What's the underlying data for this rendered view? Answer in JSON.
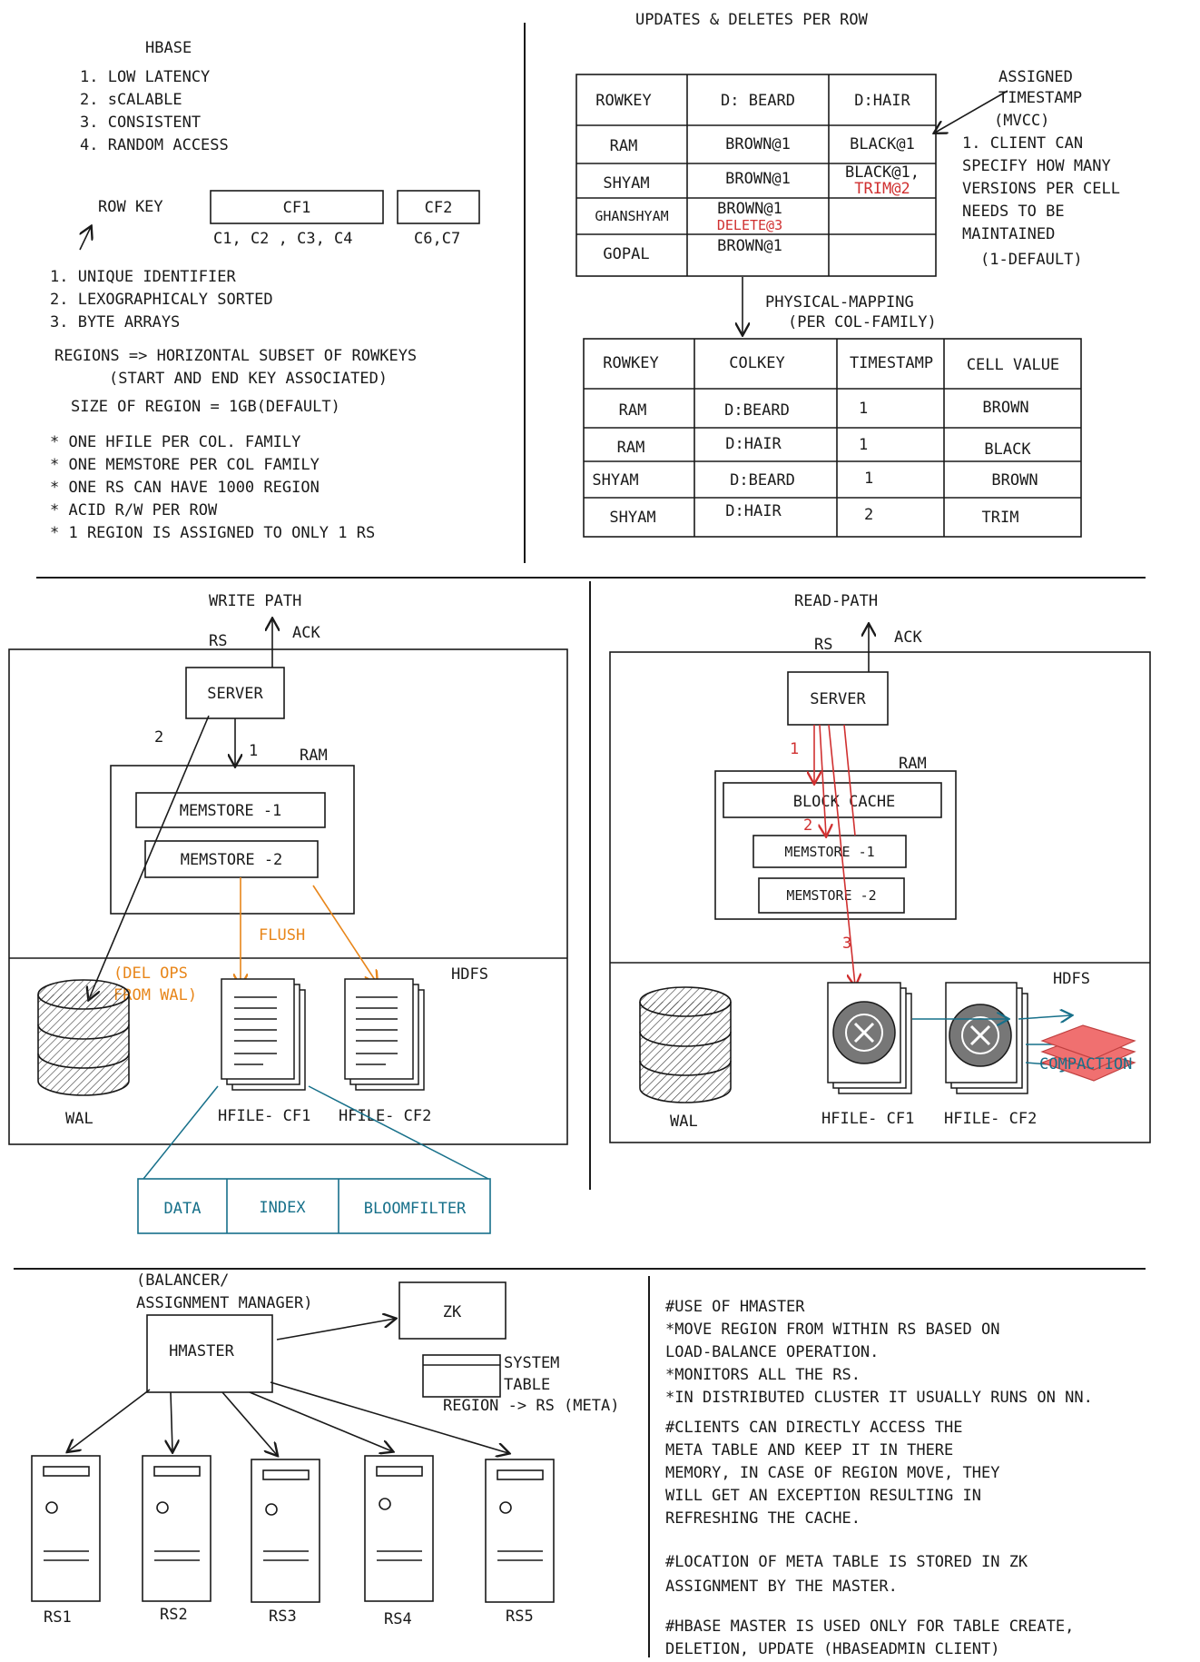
{
  "hbase": {
    "title": "HBASE",
    "features": [
      "1.  LOW LATENCY",
      "2. sCALABLE",
      "3. CONSISTENT",
      "4. RANDOM ACCESS"
    ],
    "row_key_label": "ROW KEY",
    "cf1": {
      "label": "CF1",
      "cols": "C1, C2 , C3, C4"
    },
    "cf2": {
      "label": "CF2",
      "cols": "C6,C7"
    },
    "rowkey_props": [
      "1. UNIQUE IDENTIFIER",
      "2. LEXOGRAPHICALY SORTED",
      "3. BYTE ARRAYS"
    ],
    "regions_line1": "REGIONS => HORIZONTAL SUBSET OF ROWKEYS",
    "regions_line2": "(START AND END KEY ASSOCIATED)",
    "region_size": "SIZE OF REGION = 1GB(DEFAULT)",
    "bullets": [
      "* ONE HFILE PER COL. FAMILY",
      "* ONE MEMSTORE PER COL FAMILY",
      "* ONE RS CAN HAVE 1000 REGION",
      "* ACID R/W PER ROW",
      "* 1 REGION IS ASSIGNED TO ONLY 1 RS"
    ]
  },
  "updates": {
    "title": "UPDATES & DELETES PER ROW",
    "headers": [
      "ROWKEY",
      "D: BEARD",
      "D:HAIR"
    ],
    "rows": [
      {
        "key": "RAM",
        "beard": "BROWN@1",
        "beard_extra": "",
        "hair": "BLACK@1",
        "hair_extra": ""
      },
      {
        "key": "SHYAM",
        "beard": "BROWN@1",
        "beard_extra": "",
        "hair": "BLACK@1,",
        "hair_extra": "TRIM@2"
      },
      {
        "key": "GHANSHYAM",
        "beard": "BROWN@1",
        "beard_extra": "DELETE@3",
        "hair": "",
        "hair_extra": ""
      },
      {
        "key": "GOPAL",
        "beard": "BROWN@1",
        "beard_extra": "",
        "hair": "",
        "hair_extra": ""
      }
    ],
    "annotation": [
      "ASSIGNED",
      "TIMESTAMP",
      "(MVCC)",
      "1. CLIENT CAN",
      "SPECIFY HOW MANY",
      "VERSIONS PER CELL",
      "NEEDS TO BE",
      "MAINTAINED",
      "(1-DEFAULT)"
    ],
    "physical_label_1": "PHYSICAL-MAPPING",
    "physical_label_2": "(PER COL-FAMILY)"
  },
  "physical": {
    "headers": [
      "ROWKEY",
      "COLKEY",
      "TIMESTAMP",
      "CELL VALUE"
    ],
    "rows": [
      [
        "RAM",
        "D:BEARD",
        "1",
        "BROWN"
      ],
      [
        "RAM",
        "D:HAIR",
        "1",
        "BLACK"
      ],
      [
        "SHYAM",
        "D:BEARD",
        "1",
        "BROWN"
      ],
      [
        "SHYAM",
        "D:HAIR",
        "2",
        "TRIM"
      ]
    ]
  },
  "write_path": {
    "title": "WRITE PATH",
    "rs": "RS",
    "ack": "ACK",
    "server": "SERVER",
    "ram": "RAM",
    "step1": "1",
    "step2": "2",
    "memstore1": "MEMSTORE -1",
    "memstore2": "MEMSTORE -2",
    "flush": "FLUSH",
    "del_ops_1": "(DEL OPS",
    "del_ops_2": "FROM WAL)",
    "hdfs": "HDFS",
    "wal": "WAL",
    "hfile_cf1": "HFILE- CF1",
    "hfile_cf2": "HFILE- CF2",
    "hfile_parts": [
      "DATA",
      "INDEX",
      "BLOOMFILTER"
    ]
  },
  "read_path": {
    "title": "READ-PATH",
    "rs": "RS",
    "ack": "ACK",
    "server": "SERVER",
    "ram": "RAM",
    "block_cache": "BLOCK CACHE",
    "memstore1": "MEMSTORE -1",
    "memstore2": "MEMSTORE -2",
    "step1": "1",
    "step2": "2",
    "step3": "3",
    "hdfs": "HDFS",
    "wal": "WAL",
    "hfile_cf1": "HFILE- CF1",
    "hfile_cf2": "HFILE- CF2",
    "compaction": "COMPACTION"
  },
  "master": {
    "balancer_1": "(BALANCER/",
    "balancer_2": "ASSIGNMENT MANAGER)",
    "hmaster": "HMASTER",
    "zk": "ZK",
    "system_table_1": "SYSTEM",
    "system_table_2": "TABLE",
    "region_meta": "REGION -> RS (META)",
    "servers": [
      "RS1",
      "RS2",
      "RS3",
      "RS4",
      "RS5"
    ]
  },
  "notes": [
    "#USE OF HMASTER",
    "*MOVE REGION FROM WITHIN RS BASED ON",
    "LOAD-BALANCE OPERATION.",
    "*MONITORS ALL THE RS.",
    "*IN DISTRIBUTED CLUSTER IT USUALLY RUNS ON NN.",
    "#CLIENTS CAN DIRECTLY ACCESS THE",
    "META TABLE AND KEEP IT IN THERE",
    "MEMORY, IN CASE OF REGION MOVE, THEY",
    "WILL GET AN EXCEPTION RESULTING IN",
    "REFRESHING THE CACHE.",
    "",
    "#LOCATION OF META TABLE IS STORED IN ZK",
    "ASSIGNMENT BY THE MASTER.",
    "",
    "#HBASE MASTER IS USED ONLY FOR TABLE CREATE,",
    "DELETION, UPDATE (HBASEADMIN CLIENT)"
  ],
  "colors": {
    "red": "#d03030",
    "orange": "#e8861a",
    "teal": "#17708a",
    "compaction_fill": "#f07070"
  }
}
